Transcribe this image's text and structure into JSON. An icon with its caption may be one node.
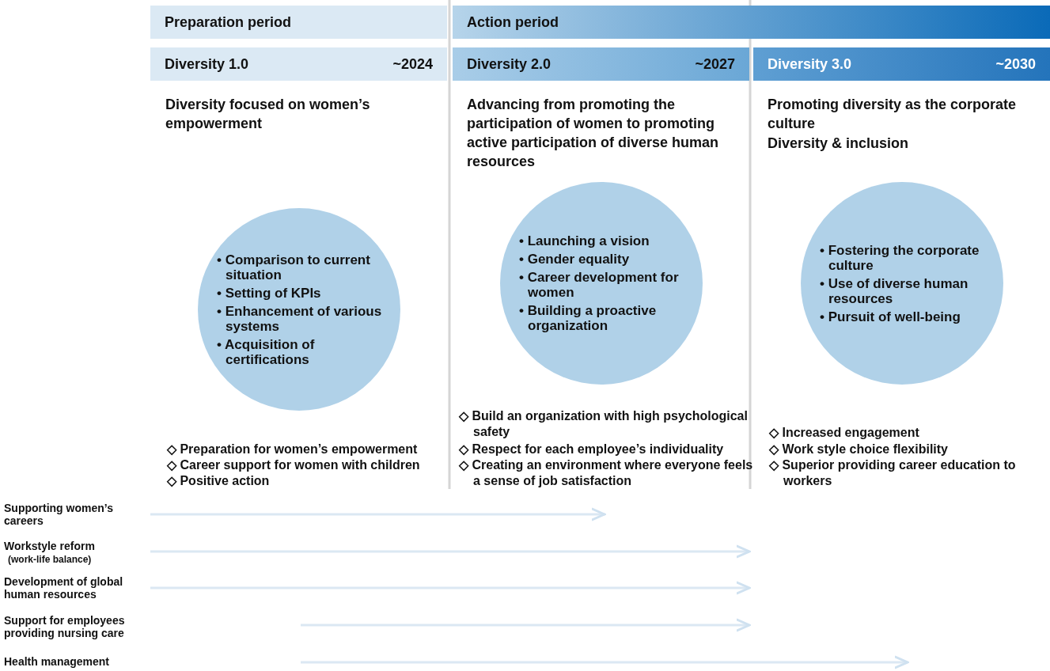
{
  "diagram": {
    "nodes": [
      {
        "text": [
          "Preparation period"
        ]
      },
      {
        "text": [
          "Action period"
        ]
      },
      {
        "text": [
          "Diversity 1.0",
          "~2024"
        ]
      },
      {
        "text": [
          "Diversity 2.0",
          "~2027"
        ]
      },
      {
        "text": [
          "Diversity 3.0",
          "~2030"
        ]
      },
      {
        "text": [
          "• Comparison to current situation",
          "• Setting of KPIs",
          "• Enhancement of various systems",
          "• Acquisition of certifications"
        ]
      },
      {
        "text": [
          "• Launching a vision",
          "• Gender equality",
          "• Career development for women",
          "• Building a proactive organization"
        ]
      },
      {
        "text": [
          "• Fostering the corporate culture",
          "• Use of diverse human resources",
          "• Pursuit of well-being"
        ]
      }
    ],
    "edges": [],
    "labels": [
      "Diversity focused on women’s empowerment",
      "Advancing from promoting the participation of women to promoting active participation of diverse human resources",
      "Promoting diversity as the corporate culture",
      "Diversity & inclusion",
      "◇ Preparation for women’s empowerment",
      "◇ Career support for women with children",
      "◇ Positive action",
      "◇ Build an organization with high psychological safety",
      "◇ Respect for each employee’s individuality",
      "◇ Creating an environment where everyone feels a sense of job satisfaction",
      "◇ Increased engagement",
      "◇ Work style choice flexibility",
      "◇ Superior providing career education to workers",
      "Supporting women’s careers",
      "Workstyle reform",
      "(work-life balance)",
      "Development of global human resources",
      "Support for employees providing nursing care",
      "Health management"
    ]
  }
}
